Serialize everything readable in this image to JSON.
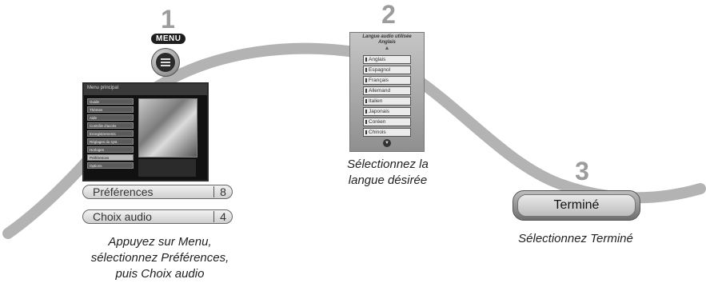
{
  "steps": [
    {
      "number": "1",
      "button_label": "MENU",
      "menu_screen": {
        "title": "Menu principal",
        "items": [
          "Guide",
          "Thèmes",
          "Aide",
          "Contrôle d'accès",
          "Enregistrements",
          "Réglages du syst.",
          "Horloges",
          "Préférences",
          "Options"
        ]
      },
      "rows": [
        {
          "label": "Préférences",
          "number": "8"
        },
        {
          "label": "Choix audio",
          "number": "4"
        }
      ],
      "caption": [
        "Appuyez sur Menu,",
        "sélectionnez Préférences,",
        "puis Choix audio"
      ]
    },
    {
      "number": "2",
      "panel_title": [
        "Langue audio utilisée",
        "Anglais"
      ],
      "languages": [
        "Anglais",
        "Espagnol",
        "Français",
        "Allemand",
        "Italien",
        "Japonais",
        "Coréen",
        "Chinois"
      ],
      "caption": [
        "Sélectionnez la",
        "langue désirée"
      ]
    },
    {
      "number": "3",
      "button_label": "Terminé",
      "caption": [
        "Sélectionnez Terminé"
      ]
    }
  ],
  "colors": {
    "ribbon": "#b3b3b3",
    "step_number": "#9c9c9c"
  }
}
